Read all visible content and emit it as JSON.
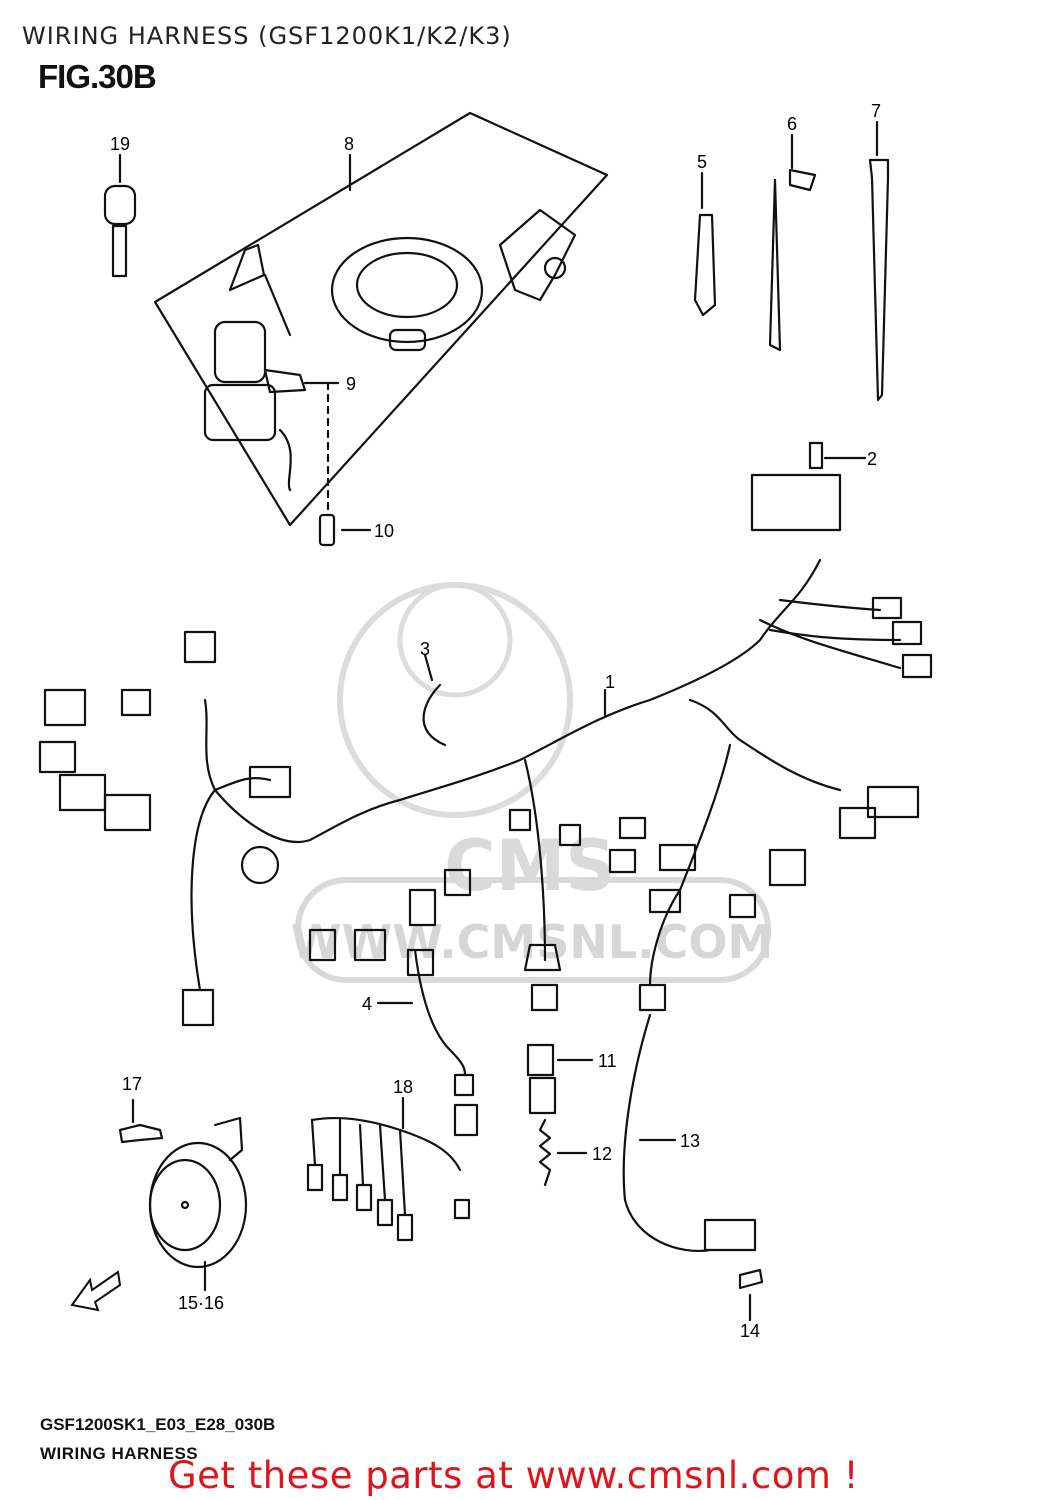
{
  "header": {
    "title": "WIRING HARNESS (GSF1200K1/K2/K3)",
    "figure": "FIG.30B"
  },
  "watermark": {
    "text": "WWW.CMSNL.COM",
    "logo_text": "CMS"
  },
  "callouts": [
    "1",
    "2",
    "3",
    "4",
    "5",
    "6",
    "7",
    "8",
    "9",
    "10",
    "11",
    "12",
    "13",
    "14",
    "15·16",
    "17",
    "18",
    "19"
  ],
  "footer": {
    "code": "GSF1200SK1_E03_E28_030B",
    "caption": "WIRING HARNESS",
    "cta": "Get these parts at www.cmsnl.com !"
  },
  "colors": {
    "line": "#111111",
    "watermark": "#cfcfcf",
    "cta": "#e0141b"
  },
  "icons": [
    "fwd-arrow-icon",
    "key-icon"
  ]
}
